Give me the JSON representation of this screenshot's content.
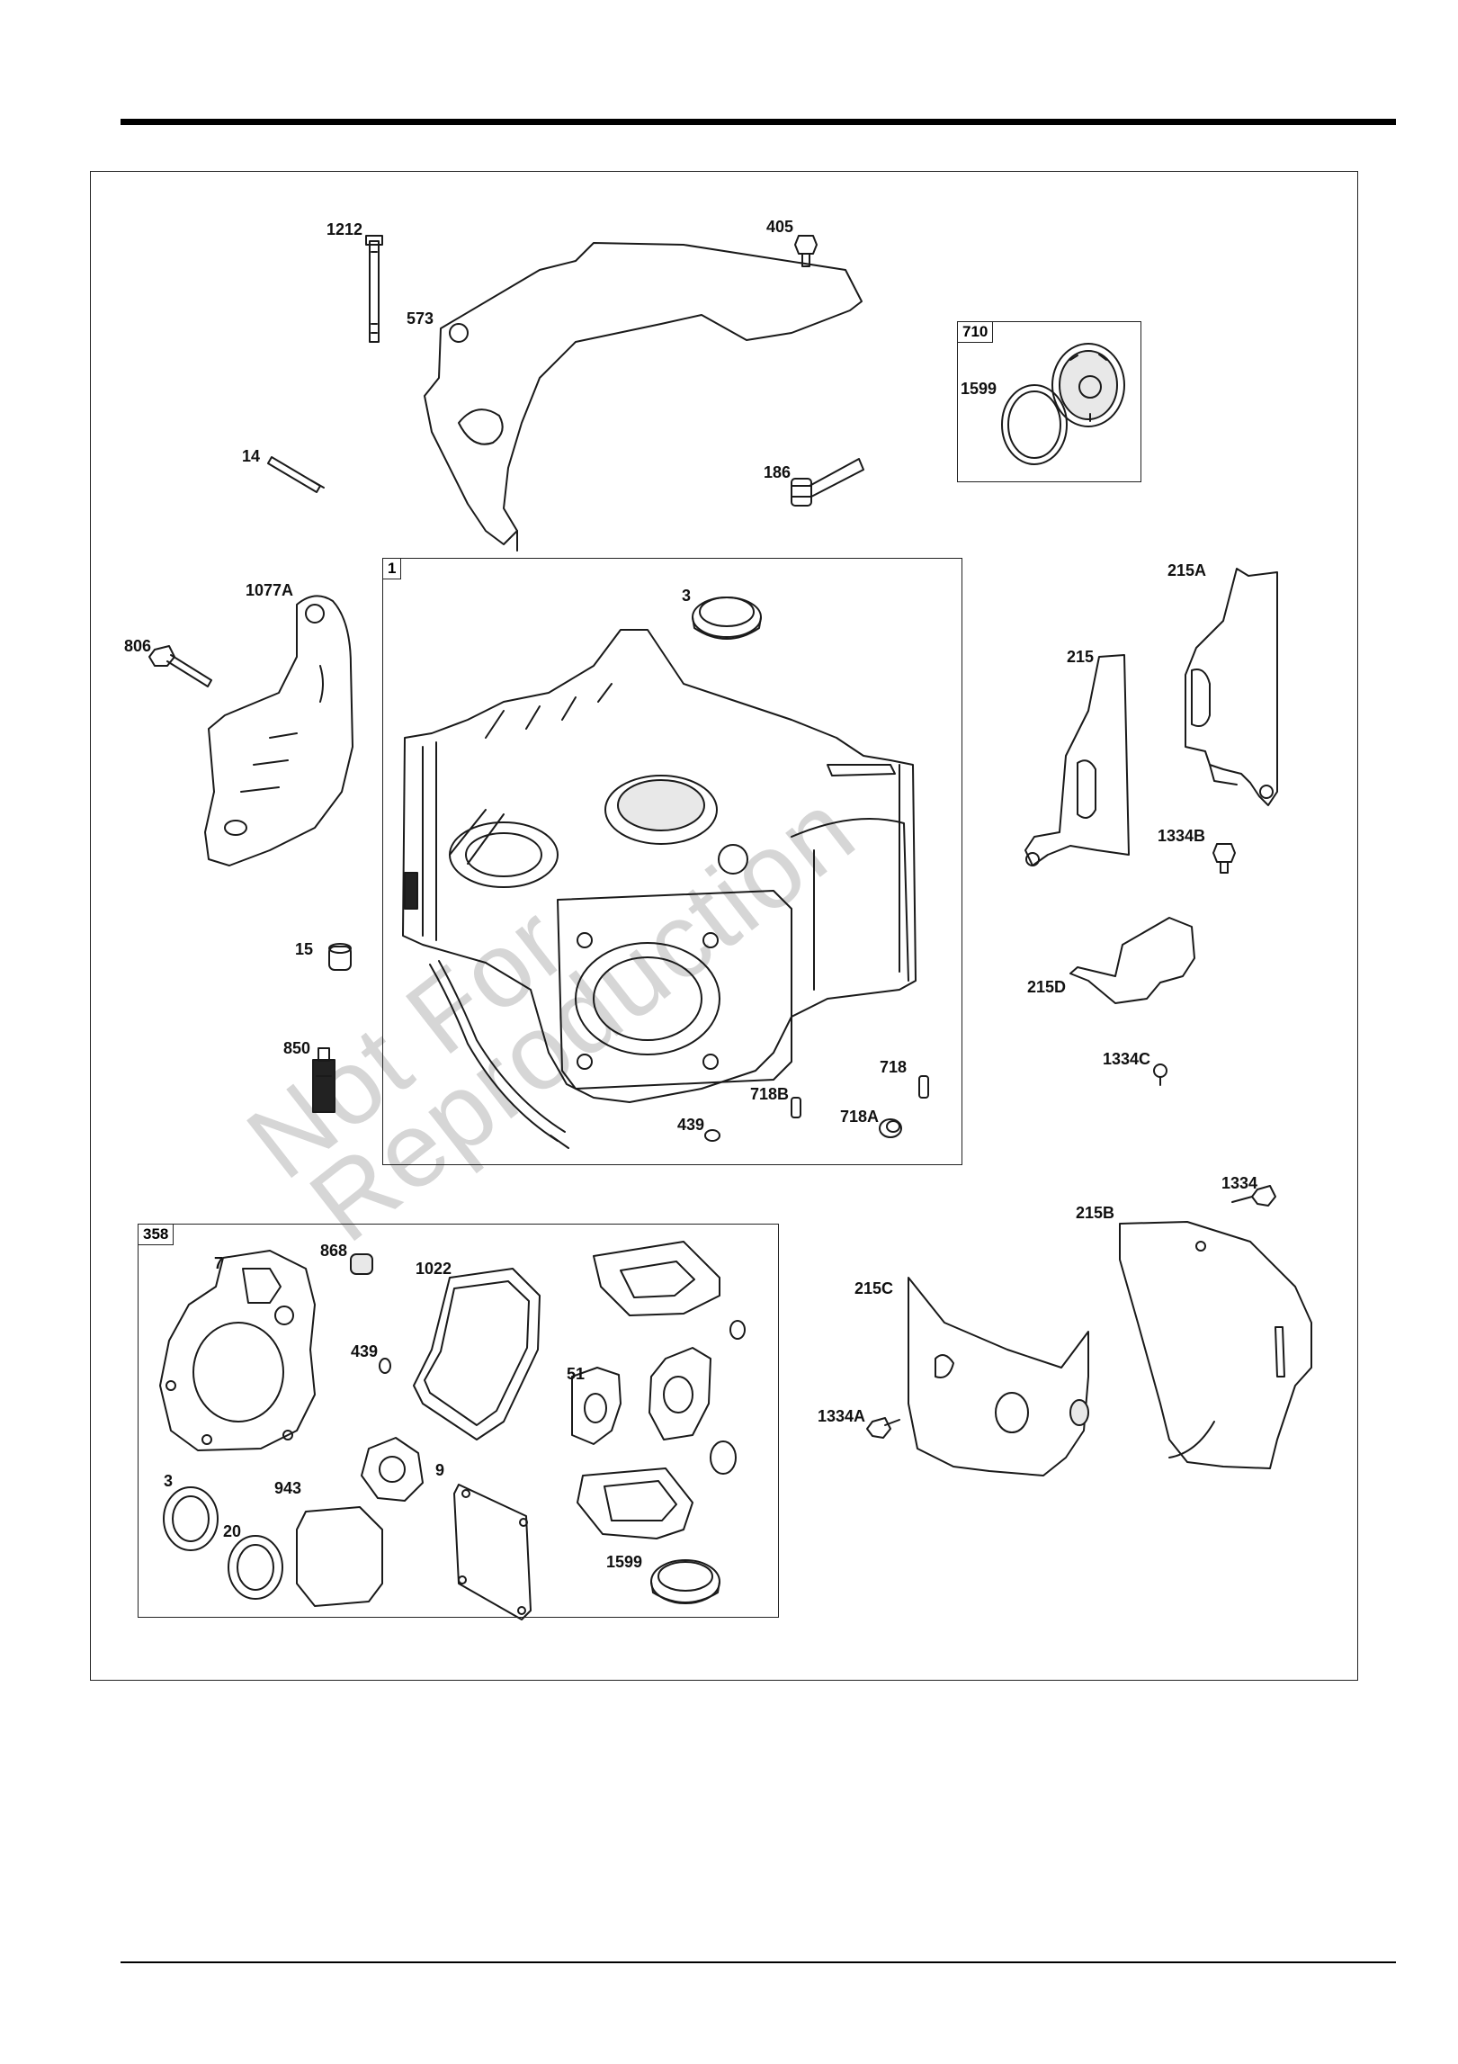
{
  "watermark": {
    "line1": "Not For",
    "line2": "Reproduction"
  },
  "boxes": {
    "crankcase_assembly": "1",
    "seal_kit": "710",
    "gasket_set": "358"
  },
  "labels": {
    "p1212": "1212",
    "p405": "405",
    "p573": "573",
    "p710_1599": "1599",
    "p14": "14",
    "p186": "186",
    "p1077A": "1077A",
    "p806": "806",
    "p3": "3",
    "p215A": "215A",
    "p215": "215",
    "p1334B": "1334B",
    "p15": "15",
    "p215D": "215D",
    "p850": "850",
    "p718": "718",
    "p718B": "718B",
    "p1334C": "1334C",
    "p439": "439",
    "p718A": "718A",
    "p1334": "1334",
    "p215B": "215B",
    "p215C": "215C",
    "p1334A": "1334A",
    "g7": "7",
    "g868": "868",
    "g1022": "1022",
    "g439": "439",
    "g51": "51",
    "g3": "3",
    "g943": "943",
    "g9": "9",
    "g20": "20",
    "g1599": "1599"
  }
}
